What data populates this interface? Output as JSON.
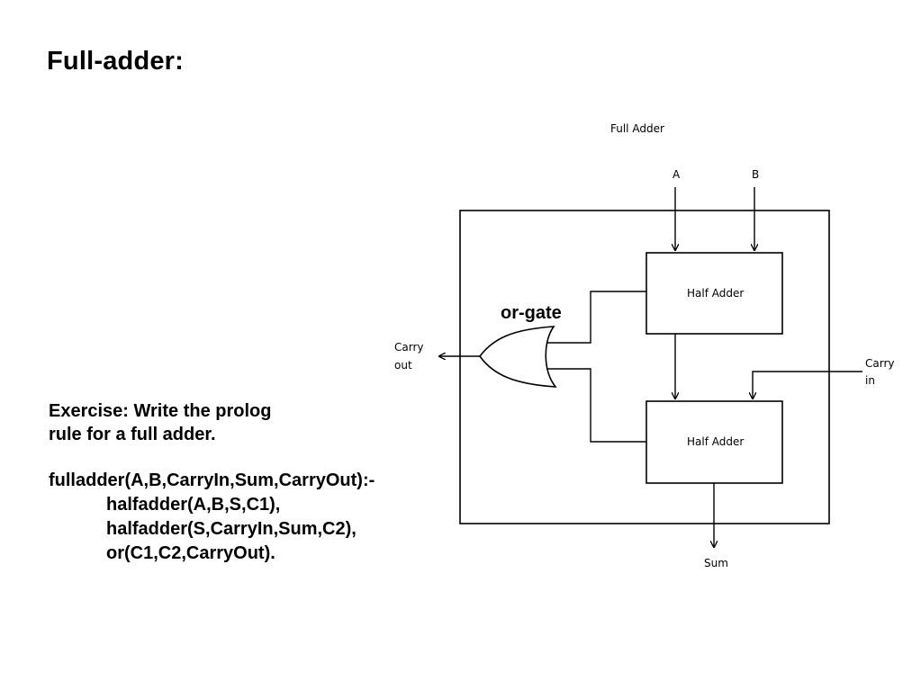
{
  "slide": {
    "title": "Full-adder:"
  },
  "exercise": {
    "line1": "Exercise: Write the prolog",
    "line2": "rule for a full adder."
  },
  "code": {
    "head": "fulladder(A,B,CarryIn,Sum,CarryOut):-",
    "body": [
      "halfadder(A,B,S,C1),",
      "halfadder(S,CarryIn,Sum,C2),",
      "or(C1,C2,CarryOut)."
    ]
  },
  "diagram": {
    "title": "Full Adder",
    "input_a": "A",
    "input_b": "B",
    "half_adder_top": "Half Adder",
    "half_adder_bottom": "Half Adder",
    "gate_label": "or-gate",
    "carry_out_line1": "Carry",
    "carry_out_line2": "out",
    "carry_in_line1": "Carry",
    "carry_in_line2": "in",
    "sum": "Sum"
  }
}
